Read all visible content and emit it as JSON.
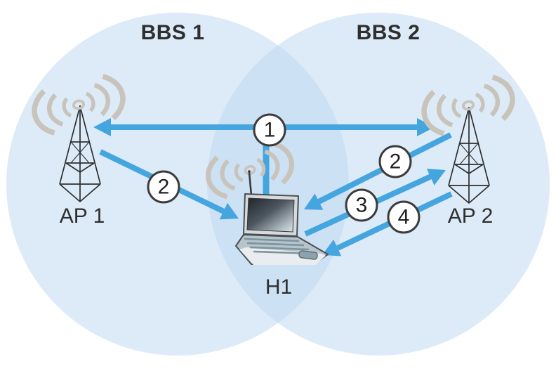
{
  "figure": {
    "regions": [
      {
        "label": "BBS 1"
      },
      {
        "label": "BBS 2"
      }
    ],
    "nodes": [
      {
        "id": "ap1",
        "label": "AP 1",
        "kind": "access-point"
      },
      {
        "id": "ap2",
        "label": "AP 2",
        "kind": "access-point"
      },
      {
        "id": "h1",
        "label": "H1",
        "kind": "laptop-host"
      }
    ],
    "links": [
      {
        "step": "1",
        "from": "AP 1",
        "to": "AP 2",
        "direction": "bidirectional",
        "branch_to": "H1"
      },
      {
        "step": "2",
        "from": "AP 1",
        "to": "H1",
        "direction": "one-way"
      },
      {
        "step": "2",
        "from": "AP 2",
        "to": "H1",
        "direction": "one-way"
      },
      {
        "step": "3",
        "from": "H1",
        "to": "AP 2",
        "direction": "one-way"
      },
      {
        "step": "4",
        "from": "AP 2",
        "to": "H1",
        "direction": "one-way"
      }
    ]
  },
  "icons": {
    "access_point": "antenna-tower-icon",
    "host": "laptop-icon",
    "signal": "radio-waves-icon"
  },
  "colors": {
    "arrow_blue": "#44a5df",
    "region_fill_base": "#bdd8f1",
    "region_fill_effective": "#ddebf8",
    "region_overlap_effective": "#cce1f4",
    "waves_gray": "#c9c4bb",
    "tower_stroke": "#2f2f2f",
    "text": "#2e2e2e",
    "badge_border": "#3c3c3c",
    "badge_background": "#ffffff"
  }
}
